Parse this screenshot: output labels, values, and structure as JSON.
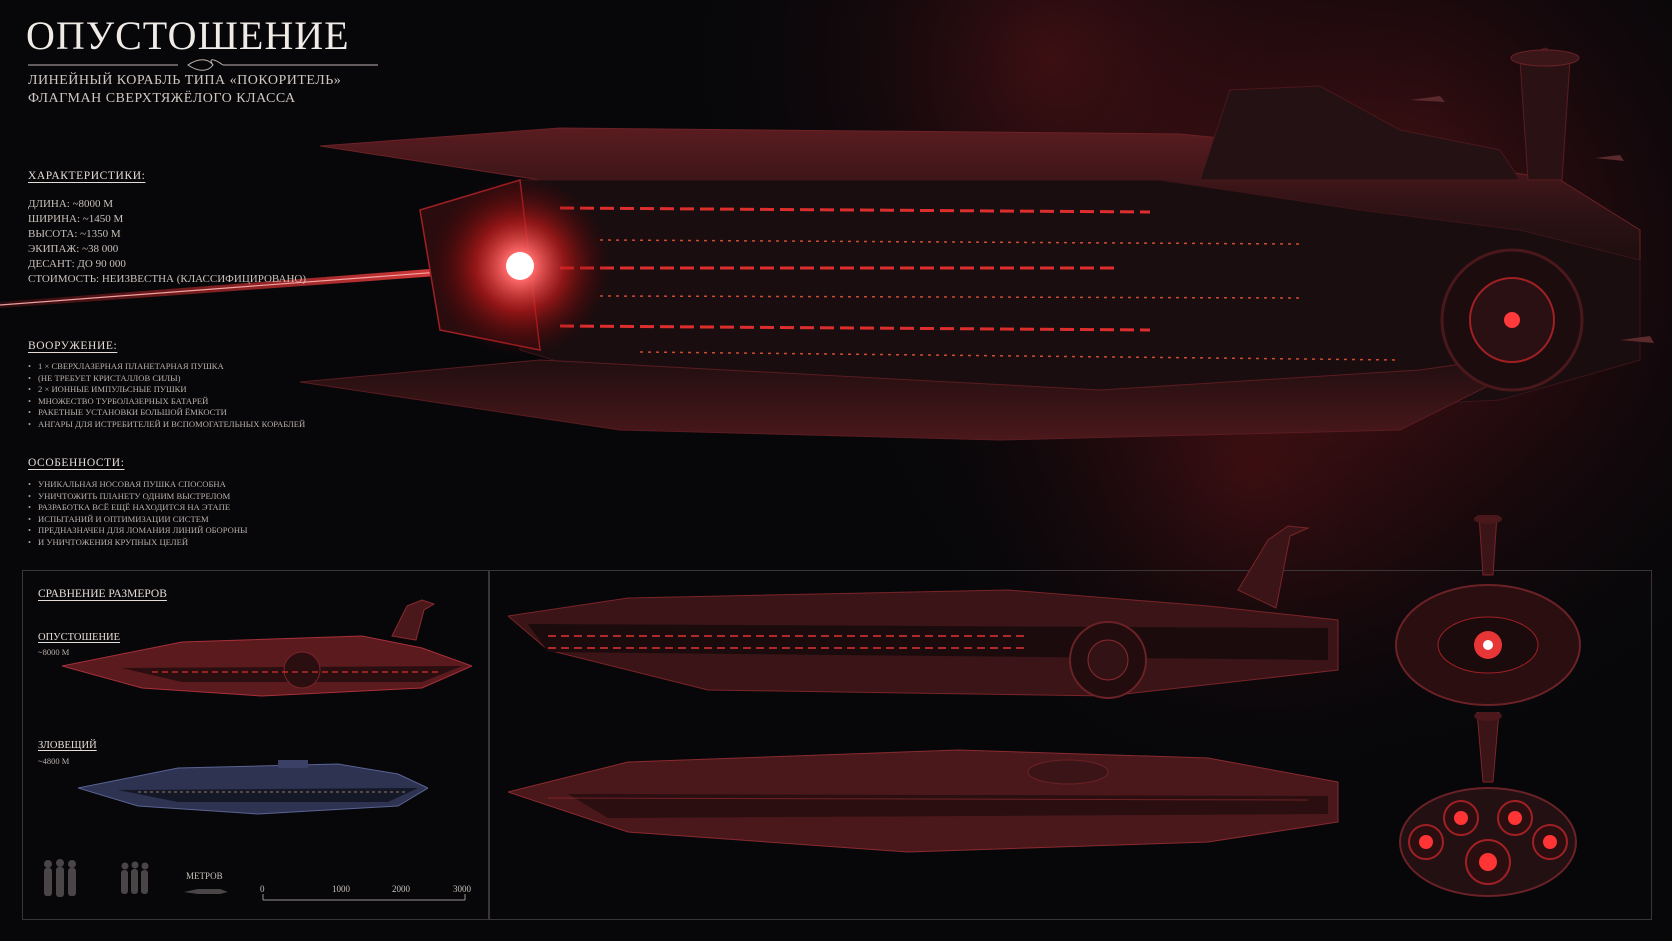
{
  "header": {
    "title": "ОПУСТОШЕНИЕ",
    "subtitle_line1": "ЛИНЕЙНЫЙ КОРАБЛЬ ТИПА «ПОКОРИТЕЛЬ»",
    "subtitle_line2": "ФЛАГМАН СВЕРХТЯЖЁЛОГО КЛАССА"
  },
  "specs": {
    "heading": "ХАРАКТЕРИСТИКИ:",
    "items": [
      "ДЛИНА:    ~8000 М",
      "ШИРИНА: ~1450 М",
      "ВЫСОТА: ~1350 М",
      "ЭКИПАЖ: ~38 000",
      "ДЕСАНТ: ДО 90 000",
      "СТОИМОСТЬ: НЕИЗВЕСТНА (КЛАССИФИЦИРОВАНО)"
    ]
  },
  "armament": {
    "heading": "ВООРУЖЕНИЕ:",
    "items": [
      "1 × СВЕРХЛАЗЕРНАЯ ПЛАНЕТАРНАЯ ПУШКА",
      "(НЕ ТРЕБУЕТ КРИСТАЛЛОВ СИЛЫ)",
      "2 × ИОННЫЕ ИМПУЛЬСНЫЕ ПУШКИ",
      "МНОЖЕСТВО ТУРБОЛАЗЕРНЫХ БАТАРЕЙ",
      "РАКЕТНЫЕ УСТАНОВКИ БОЛЬШОЙ ЁМКОСТИ",
      "АНГАРЫ ДЛЯ ИСТРЕБИТЕЛЕЙ И ВСПОМОГАТЕЛЬНЫХ КОРАБЛЕЙ"
    ]
  },
  "features": {
    "heading": "ОСОБЕННОСТИ:",
    "items": [
      "УНИКАЛЬНАЯ НОСОВАЯ ПУШКА СПОСОБНА",
      "УНИЧТОЖИТЬ ПЛАНЕТУ ОДНИМ ВЫСТРЕЛОМ",
      "РАЗРАБОТКА ВСЁ ЕЩЁ НАХОДИТСЯ НА ЭТАПЕ",
      "ИСПЫТАНИЙ И ОПТИМИЗАЦИИ СИСТЕМ",
      "ПРЕДНАЗНАЧЕН ДЛЯ ЛОМАНИЯ ЛИНИЙ ОБОРОНЫ",
      "И УНИЧТОЖЕНИЯ КРУПНЫХ ЦЕЛЕЙ"
    ]
  },
  "comparison": {
    "heading": "СРАВНЕНИЕ РАЗМЕРОВ",
    "ships": [
      {
        "name": "ОПУСТОШЕНИЕ",
        "size": "~8000 М",
        "color": "#b5343a"
      },
      {
        "name": "ЗЛОВЕЩИЙ",
        "size": "~4800 М",
        "color": "#5a6394"
      }
    ],
    "scale": {
      "label": "МЕТРОВ",
      "ticks": [
        "0",
        "1000",
        "2000",
        "3000"
      ]
    }
  },
  "palette": {
    "background": "#07070a",
    "accent_red": "#ff2a2a",
    "hull_dark": "#2a1416",
    "hull_red": "#6e1f24",
    "panel_border": "#3a3536"
  }
}
